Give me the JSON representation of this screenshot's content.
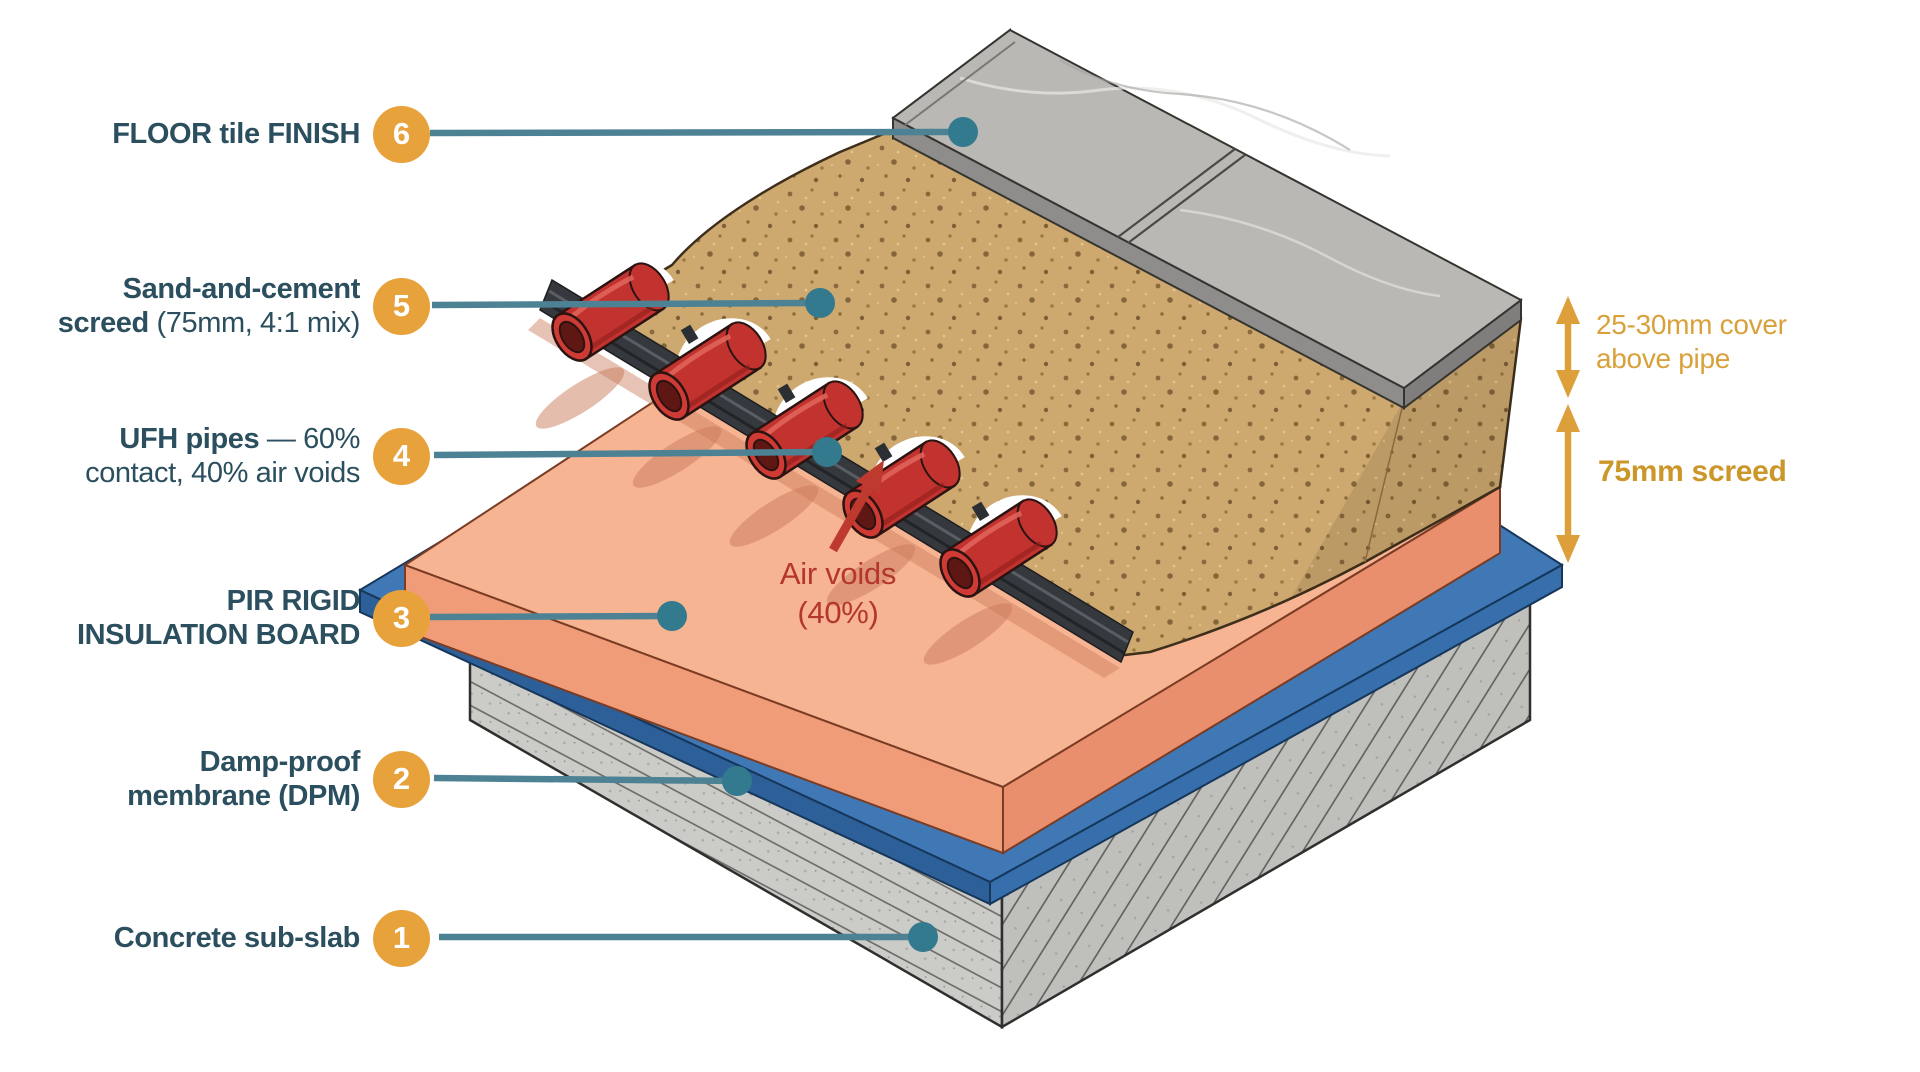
{
  "callouts": [
    {
      "number": "6",
      "lines": [
        [
          {
            "text": "FLOOR tile FINISH",
            "bold": true
          }
        ]
      ]
    },
    {
      "number": "5",
      "lines": [
        [
          {
            "text": "Sand-and-cement",
            "bold": true
          }
        ],
        [
          {
            "text": "screed",
            "bold": true
          },
          {
            "text": " (75mm, 4:1 mix)",
            "bold": false
          }
        ]
      ]
    },
    {
      "number": "4",
      "lines": [
        [
          {
            "text": "UFH pipes",
            "bold": true
          },
          {
            "text": " — 60%",
            "bold": false
          }
        ],
        [
          {
            "text": "contact, 40% air voids",
            "bold": false
          }
        ]
      ]
    },
    {
      "number": "3",
      "lines": [
        [
          {
            "text": "PIR RIGID",
            "bold": true
          }
        ],
        [
          {
            "text": "INSULATION BOARD",
            "bold": true
          }
        ]
      ]
    },
    {
      "number": "2",
      "lines": [
        [
          {
            "text": "Damp-proof",
            "bold": true
          }
        ],
        [
          {
            "text": "membrane (DPM)",
            "bold": true
          }
        ]
      ]
    },
    {
      "number": "1",
      "lines": [
        [
          {
            "text": "Concrete sub-slab",
            "bold": true
          }
        ]
      ]
    }
  ],
  "annotations": {
    "air_voids_line1": "Air voids",
    "air_voids_line2": "(40%)",
    "cover_line1": "25-30mm cover",
    "cover_line2": "above pipe",
    "screed_dim": "75mm screed"
  },
  "colors": {
    "accent_orange": "#e8a23b",
    "leader_teal": "#4d8294",
    "label_text": "#2b4f5e",
    "air_void_red": "#b3372e",
    "dimension_gold": "#d9a13c",
    "screed_sand": "#cda86f",
    "insulation_salmon": "#f3a27f",
    "dpm_blue": "#3f78b5",
    "concrete_gray": "#c9c9c6",
    "tile_gray": "#b9b8b5",
    "pipe_red": "#c0322c"
  }
}
